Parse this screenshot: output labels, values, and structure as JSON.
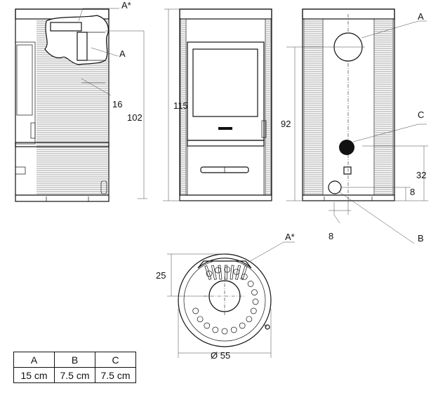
{
  "labels": {
    "a_star_top": "A*",
    "a_side": "A",
    "a_back": "A",
    "c_back": "C",
    "b_back": "B",
    "a_star_plan": "A*"
  },
  "dimensions": {
    "total_height": "115",
    "side_outlet_height": "102",
    "side_offset": "16",
    "back_outlet_height": "92",
    "back_inlet_height": "32",
    "back_bottom_height": "8",
    "back_bottom_width": "8",
    "plan_depth": "25",
    "plan_diameter": "Ø 55"
  },
  "table": {
    "headers": [
      "A",
      "B",
      "C"
    ],
    "values": [
      "15 cm",
      "7.5 cm",
      "7.5 cm"
    ]
  }
}
